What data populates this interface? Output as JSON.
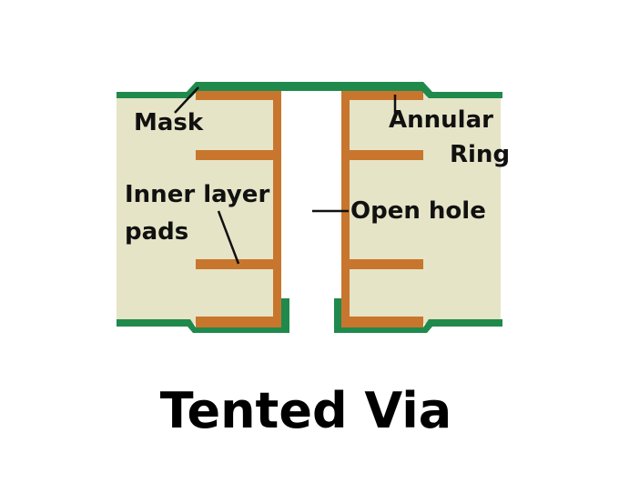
{
  "title": "Tented Via",
  "labels": {
    "mask": "Mask",
    "annular_ring_line1": "Annular",
    "annular_ring_line2": "Ring",
    "inner_layer_line1": "Inner layer",
    "inner_layer_line2": "pads",
    "open_hole": "Open hole"
  },
  "colors": {
    "board": "#E6E4C6",
    "solder_mask": "#1F8A4C",
    "copper": "#C8762E",
    "hole": "#FFFFFF",
    "text": "#111111"
  }
}
